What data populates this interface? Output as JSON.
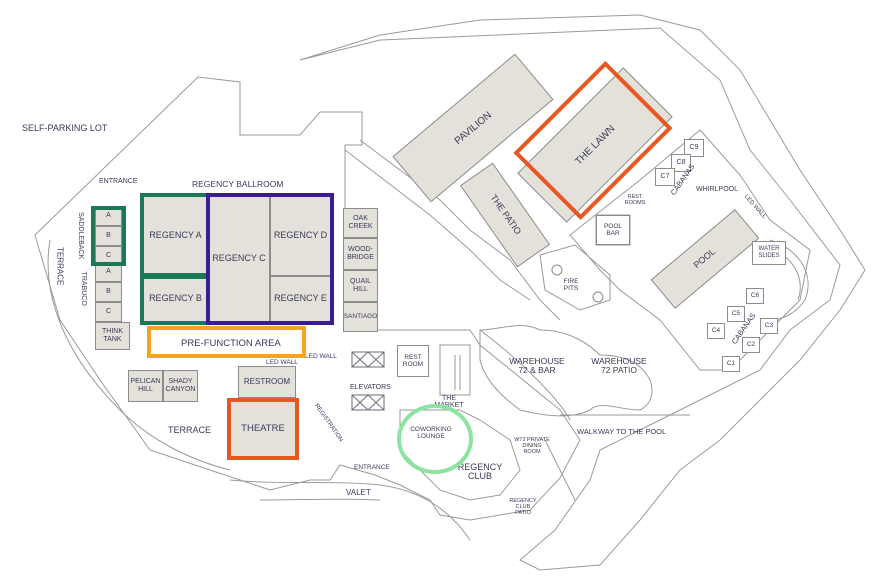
{
  "labels": {
    "self_parking_lot": "SELF-PARKING LOT",
    "entrance_top": "ENTRANCE",
    "regency_ballroom": "REGENCY BALLROOM",
    "saddleback": "SADDLEBACK",
    "terrace_left": "TERRACE",
    "trabuco": "TRABUCO",
    "a": "A",
    "b": "B",
    "c": "C",
    "regency_a": "REGENCY A",
    "regency_b": "REGENCY B",
    "regency_c": "REGENCY C",
    "regency_d": "REGENCY D",
    "regency_e": "REGENCY E",
    "oak_creek": "OAK CREEK",
    "woodbridge": "WOOD- BRIDGE",
    "quail_hill": "QUAIL HILL",
    "santiago": "SANTIAGO",
    "think_tank": "THINK TANK",
    "pre_function": "PRE-FUNCTION AREA",
    "led_wall_1": "LED WALL",
    "led_wall_2": "LED WALL",
    "pelican_hill": "PELICAN HILL",
    "shady_canyon": "SHADY CANYON",
    "restroom": "RESTROOM",
    "terrace_bottom": "TERRACE",
    "theatre": "THEATRE",
    "registration": "REGISTRATION",
    "elevators": "ELEVATORS",
    "entrance_bottom": "ENTRANCE",
    "valet": "VALET",
    "rest_room": "REST ROOM",
    "the_market": "THE MARKET",
    "coworking_lounge": "COWORKING LOUNGE",
    "regency_club": "REGENCY CLUB",
    "w72_private": "W72 PRIVATE DINING ROOM",
    "regency_club_patio": "REGENCY CLUB PATIO",
    "warehouse_bar": "WAREHOUSE 72 & BAR",
    "warehouse_patio": "WAREHOUSE 72 PATIO",
    "walkway_pool": "WALKWAY TO THE POOL",
    "pavilion": "PAVILION",
    "the_patio": "THE PATIO",
    "the_lawn": "THE LAWN",
    "fire_pits": "FIRE PITS",
    "pool_bar": "POOL BAR",
    "rest_rooms": "REST ROOMS",
    "pool": "POOL",
    "cabanas_top": "CABANAS",
    "whirlpool": "WHIRLPOOL",
    "led_wall_3": "LED WALL",
    "water_slides": "WATER SLIDES",
    "cabanas_bottom": "CABANAS",
    "c1": "C1",
    "c2": "C2",
    "c3": "C3",
    "c4": "C4",
    "c5": "C5",
    "c6": "C6",
    "c7": "C7",
    "c8": "C8",
    "c9": "C9"
  },
  "highlight_colors": {
    "green": "#1a7a56",
    "purple": "#3a1b94",
    "orange_red": "#e8571f",
    "amber": "#f3a51f",
    "light_green": "#8de3a0"
  },
  "colors": {
    "room_fill": "#e4e1da",
    "outline": "#8c8c8c",
    "text": "#3a3a5a"
  }
}
